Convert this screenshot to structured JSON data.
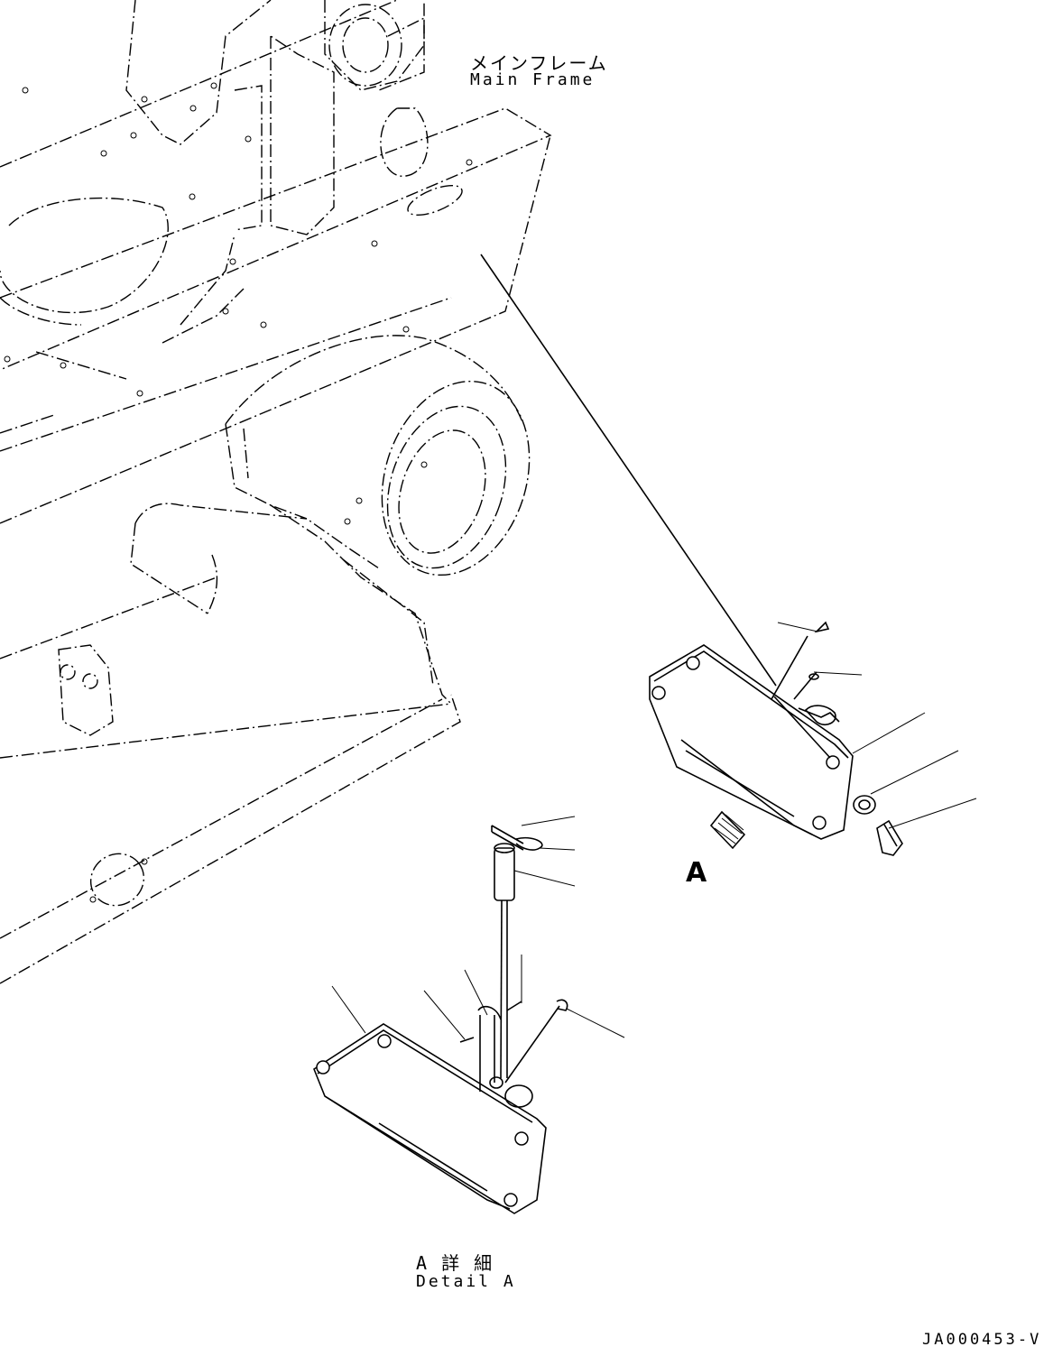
{
  "labels": {
    "main_frame_jp": "メインフレーム",
    "main_frame_en": "Main Frame",
    "view_callout": "A",
    "detail_jp": "A 詳 細",
    "detail_en": "Detail A",
    "drawing_code": "JA000453-V"
  },
  "colors": {
    "line": "#000000",
    "background": "#ffffff"
  }
}
